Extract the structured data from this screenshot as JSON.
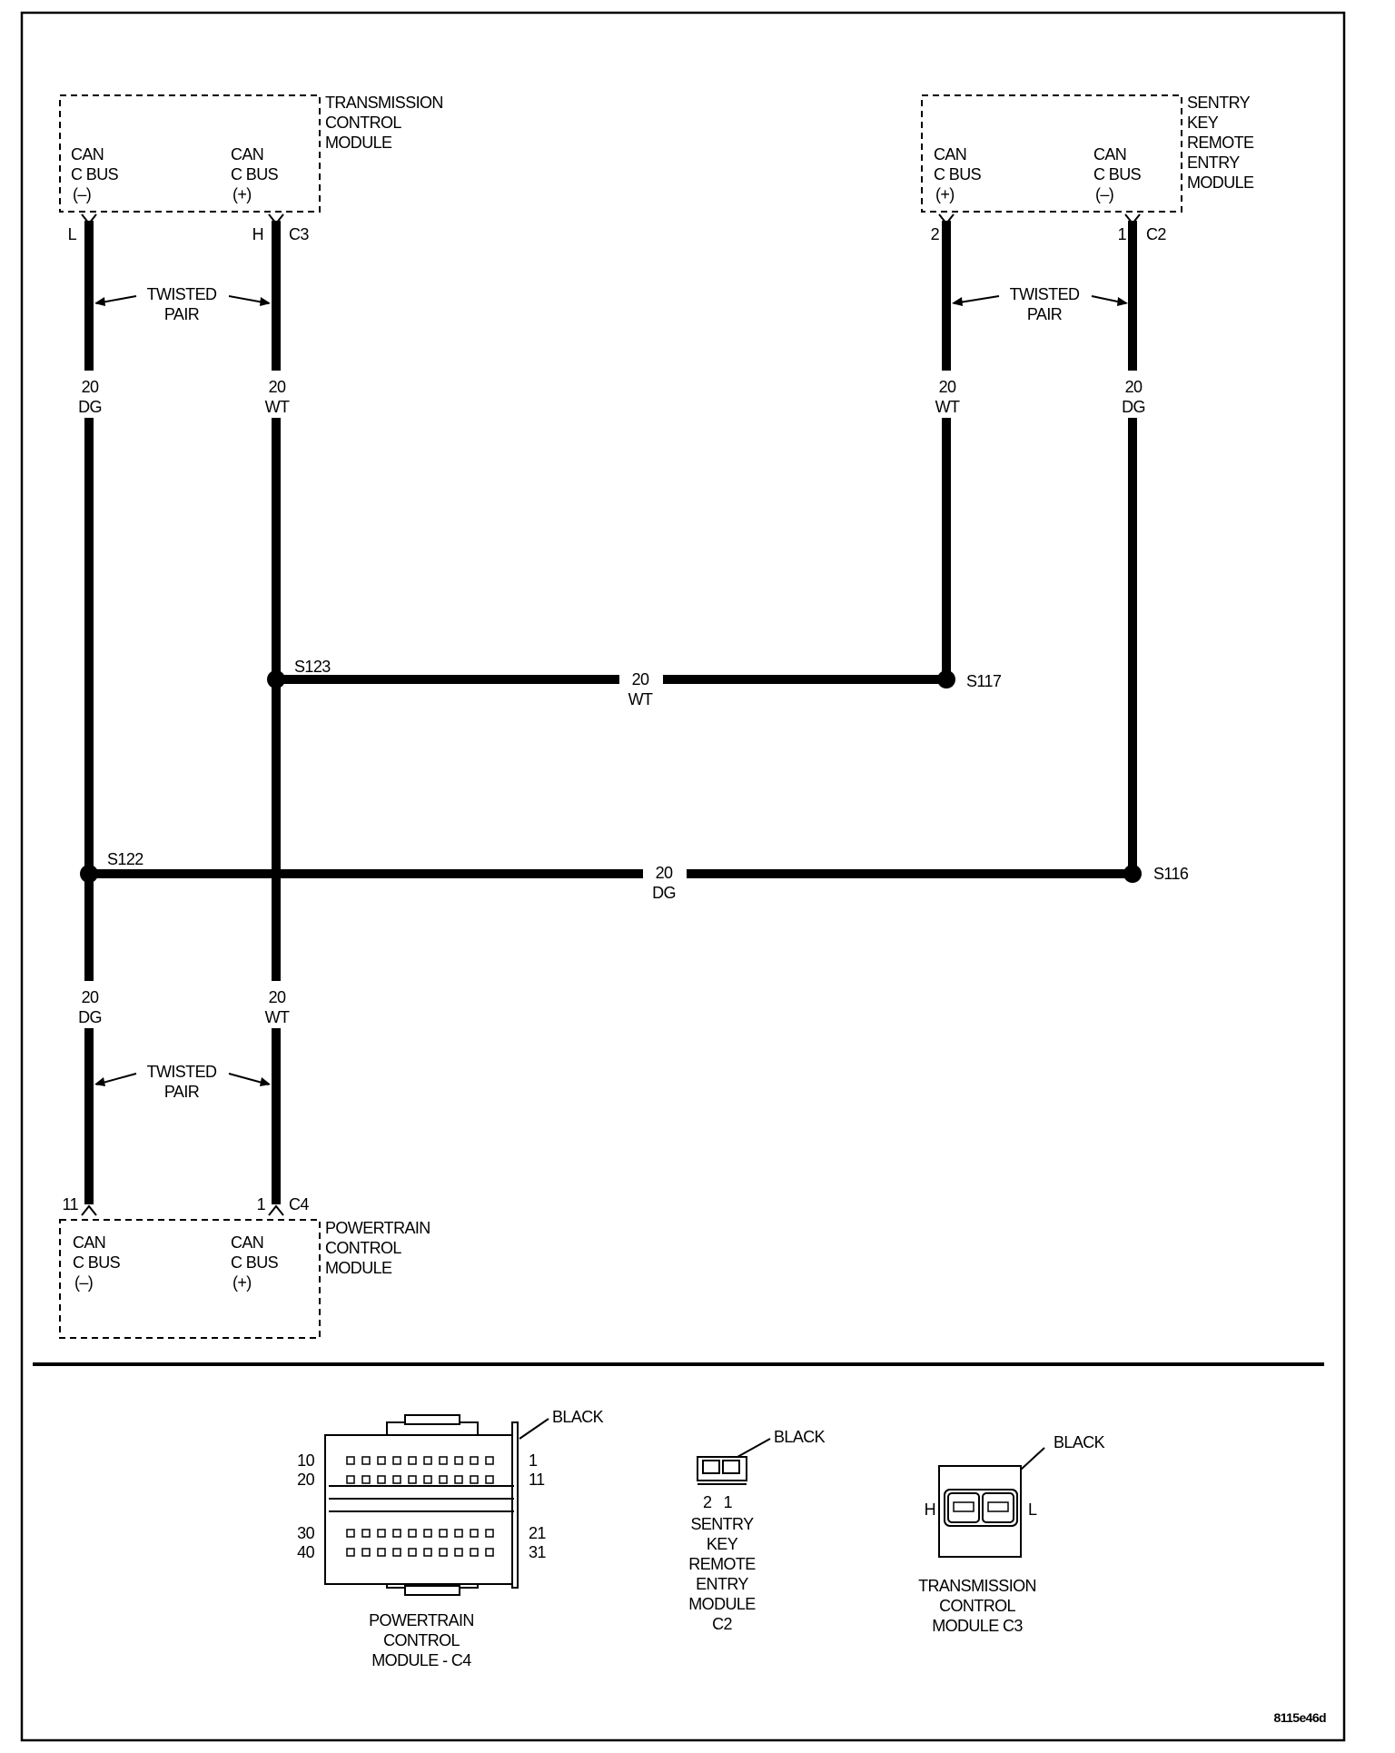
{
  "modules": {
    "tcm": {
      "name": [
        "TRANSMISSION",
        "CONTROL",
        "MODULE"
      ],
      "pin_left": [
        "CAN",
        "C BUS",
        "(–)"
      ],
      "pin_right": [
        "CAN",
        "C BUS",
        "(+)"
      ],
      "pin_left_id": "L",
      "pin_right_id": "H",
      "connector": "C3"
    },
    "skrem": {
      "name": [
        "SENTRY",
        "KEY",
        "REMOTE",
        "ENTRY",
        "MODULE"
      ],
      "pin_left": [
        "CAN",
        "C BUS",
        "(+)"
      ],
      "pin_right": [
        "CAN",
        "C BUS",
        "(–)"
      ],
      "pin_left_id": "2",
      "pin_right_id": "1",
      "connector": "C2"
    },
    "pcm": {
      "name": [
        "POWERTRAIN",
        "CONTROL",
        "MODULE"
      ],
      "pin_left": [
        "CAN",
        "C BUS",
        "(–)"
      ],
      "pin_right": [
        "CAN",
        "C BUS",
        "(+)"
      ],
      "pin_left_id": "11",
      "pin_right_id": "1",
      "connector": "C4"
    }
  },
  "twisted_pair": [
    "TWISTED",
    "PAIR"
  ],
  "wires": {
    "dg": [
      "20",
      "DG"
    ],
    "wt": [
      "20",
      "WT"
    ]
  },
  "splices": {
    "s123": "S123",
    "s117": "S117",
    "s122": "S122",
    "s116": "S116"
  },
  "connector_views": {
    "pcm": {
      "color": "BLACK",
      "left_pins": [
        "10",
        "20",
        "30",
        "40"
      ],
      "right_pins": [
        "1",
        "11",
        "21",
        "31"
      ],
      "caption": [
        "POWERTRAIN",
        "CONTROL",
        "MODULE - C4"
      ]
    },
    "skrem": {
      "color": "BLACK",
      "pins": "2   1",
      "caption": [
        "SENTRY",
        "KEY",
        "REMOTE",
        "ENTRY",
        "MODULE",
        "C2"
      ]
    },
    "tcm": {
      "color": "BLACK",
      "left": "H",
      "right": "L",
      "caption": [
        "TRANSMISSION",
        "CONTROL",
        "MODULE C3"
      ]
    }
  },
  "figure_id": "8115e46d"
}
